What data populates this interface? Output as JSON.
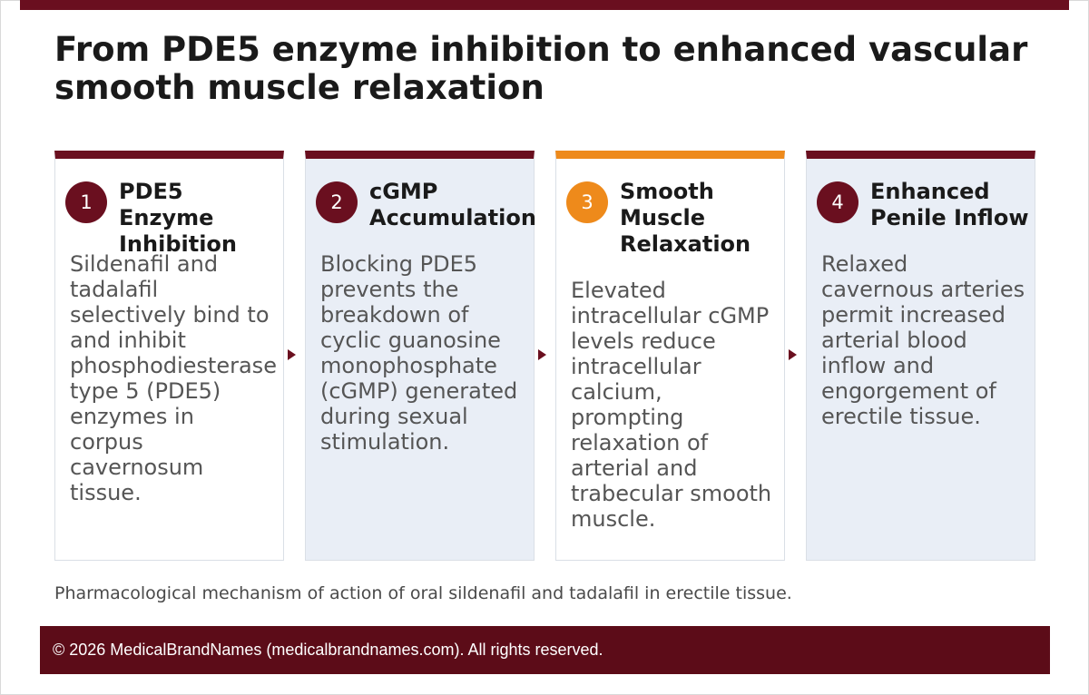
{
  "title": "From PDE5 enzyme inhibition to enhanced vascular smooth muscle relaxation",
  "steps": [
    {
      "number": "1",
      "title": "PDE5 Enzyme Inhibition",
      "body": "Sildenafil and tadalafil selectively bind to and inhibit phosphodiesterase type 5 (PDE5) enzymes in corpus cavernosum tissue."
    },
    {
      "number": "2",
      "title": "cGMP Accumulation",
      "body": "Blocking PDE5 prevents the breakdown of cyclic guanosine monophosphate (cGMP) generated during sexual stimulation."
    },
    {
      "number": "3",
      "title": "Smooth Muscle Relaxation",
      "body": "Elevated intracellular cGMP levels reduce intracellular calcium, prompting relaxation of arterial and trabecular smooth muscle."
    },
    {
      "number": "4",
      "title": "Enhanced Penile Inflow",
      "body": "Relaxed cavernous arteries permit increased arterial blood inflow and engorgement of erectile tissue."
    }
  ],
  "caption": "Pharmacological mechanism of action of oral sildenafil and tadalafil in erectile tissue.",
  "footer": "© 2026 MedicalBrandNames (medicalbrandnames.com). All rights reserved.",
  "colors": {
    "brand": "#6a0f1f",
    "highlight": "#ee8a1b",
    "card_alt_background": "#e9eef6",
    "footer_background": "#5c0c18"
  }
}
